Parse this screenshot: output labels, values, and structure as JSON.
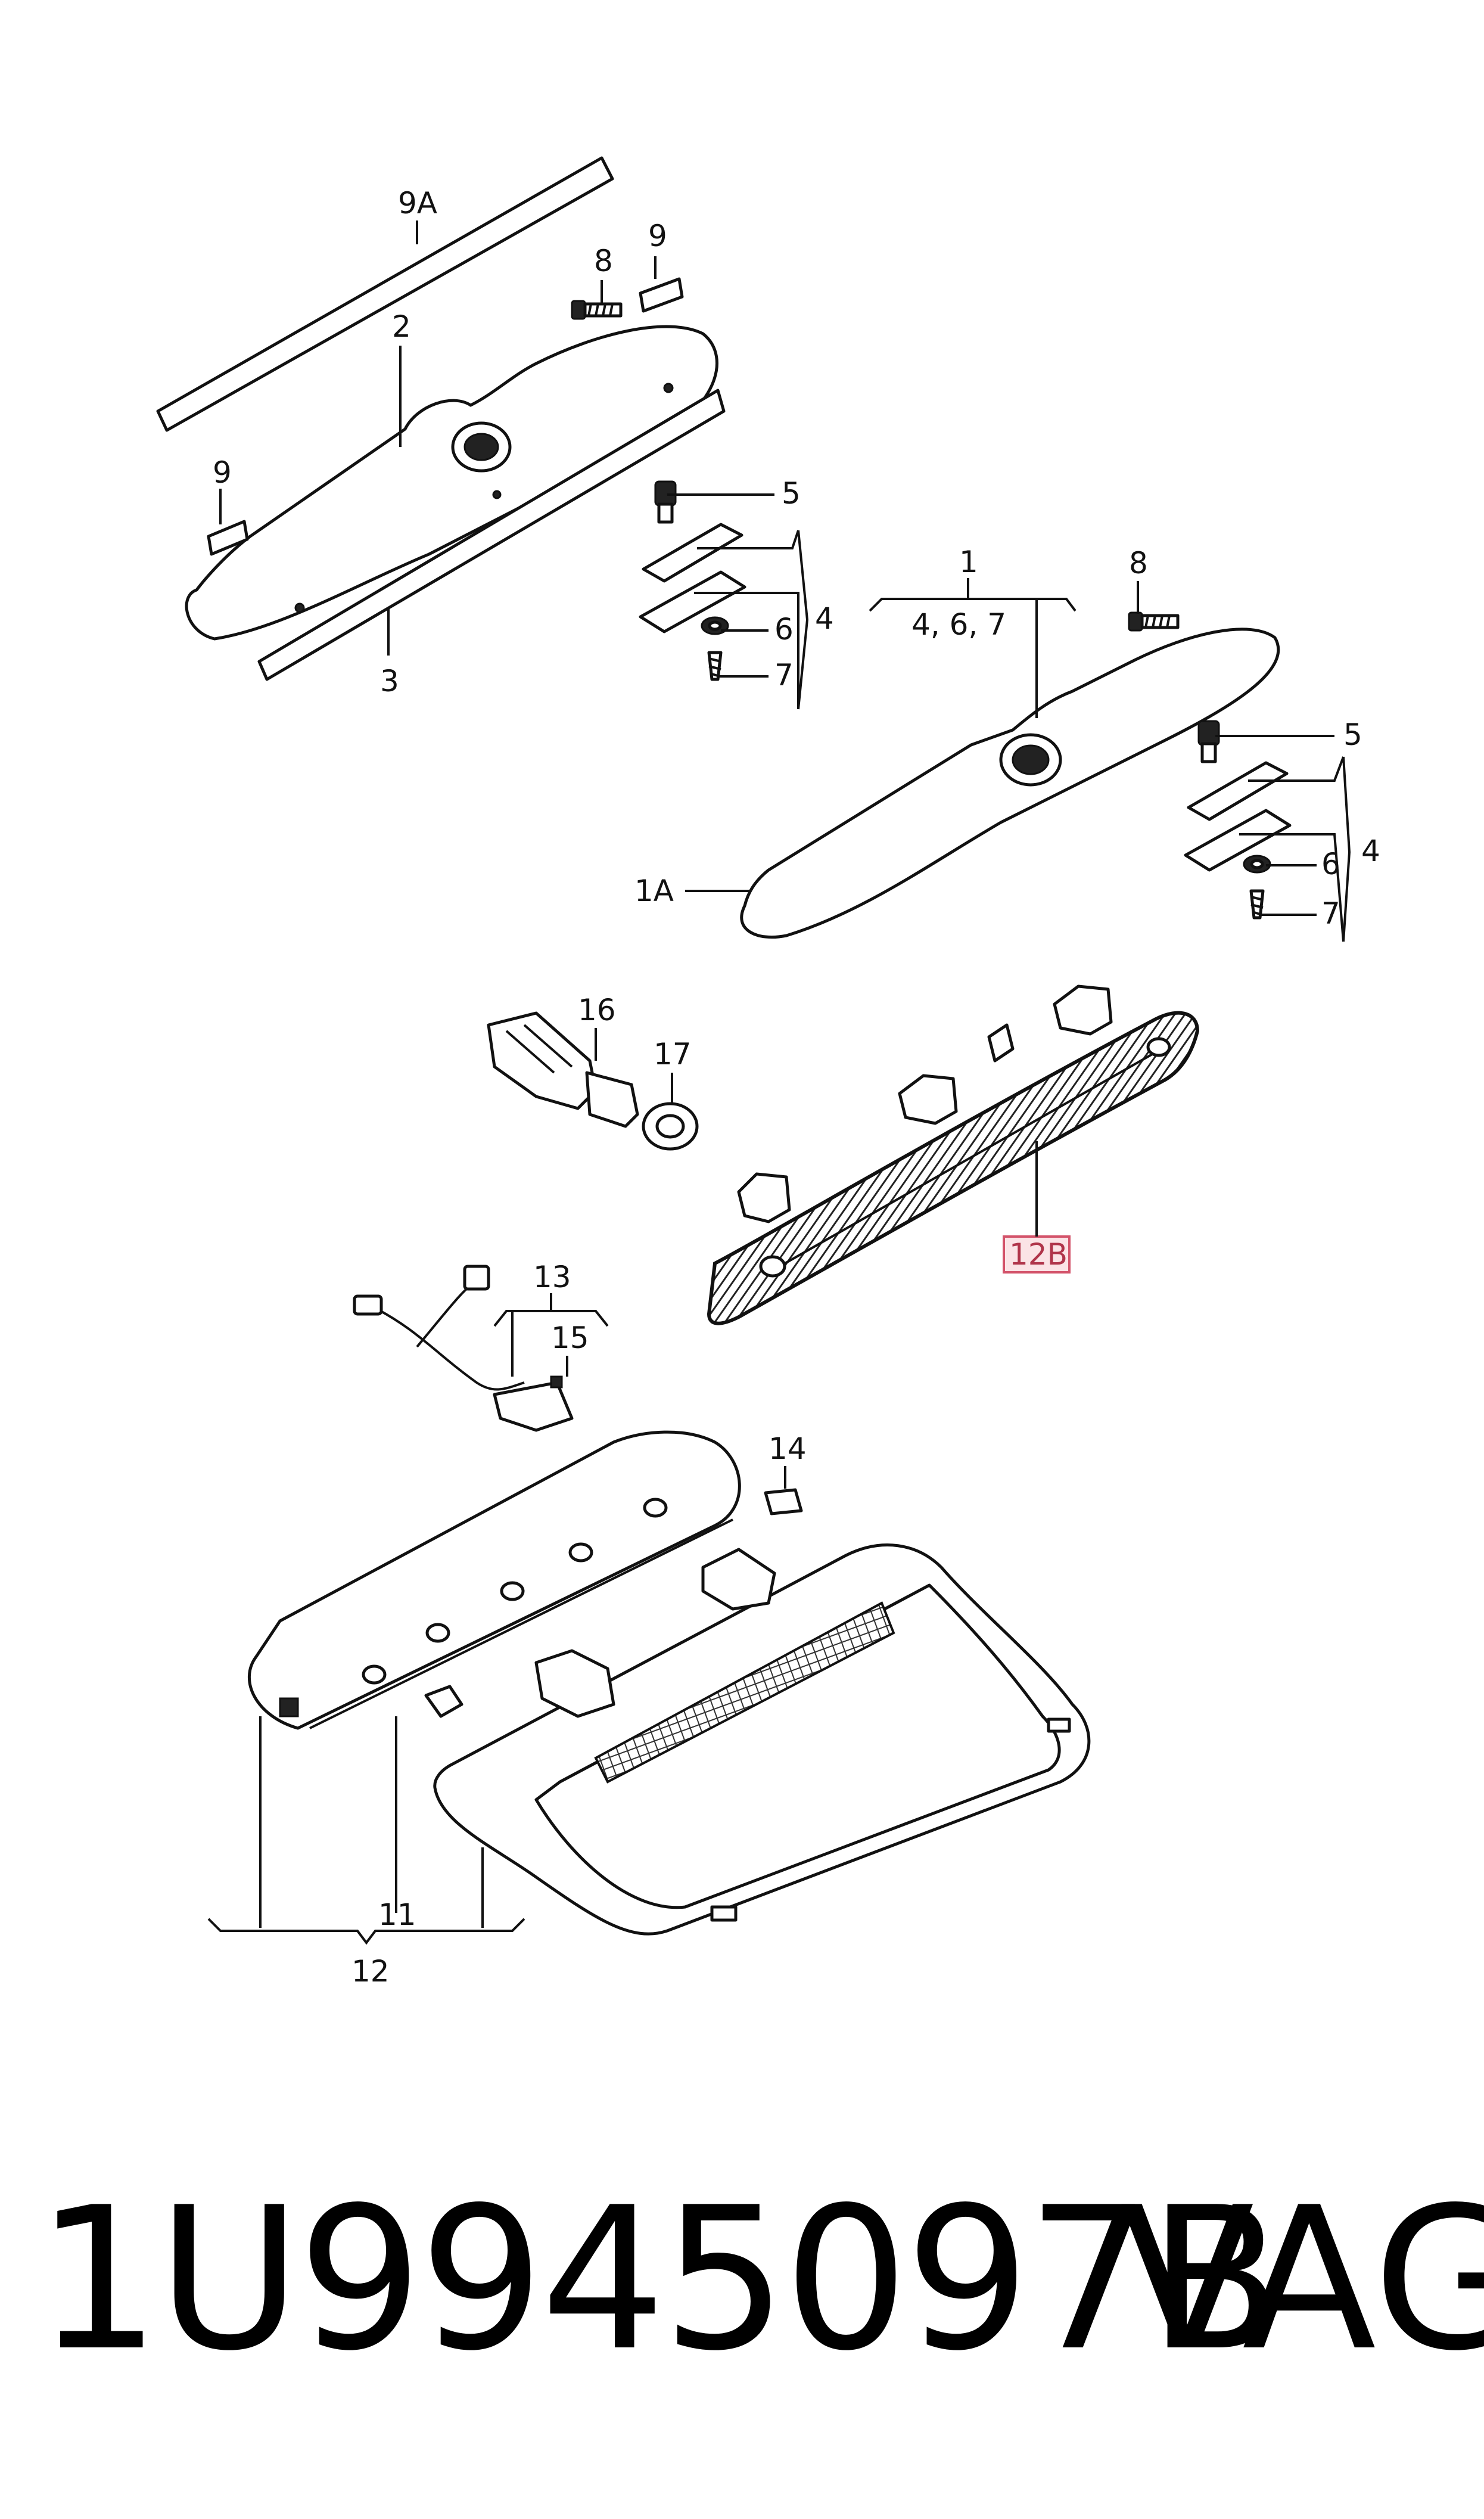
{
  "labels": {
    "l9A": "9A",
    "l8a": "8",
    "l9a": "9",
    "l2": "2",
    "l9b": "9",
    "l3": "3",
    "l5a": "5",
    "l6a": "6",
    "l7a": "7",
    "l4a": "4",
    "l1": "1",
    "l467": "4, 6, 7",
    "l8b": "8",
    "l5b": "5",
    "l6b": "6",
    "l7b": "7",
    "l4b": "4",
    "l1A": "1A",
    "l16": "16",
    "l17": "17",
    "l12B": "12B",
    "l13": "13",
    "l15": "15",
    "l14": "14",
    "l11": "11",
    "l12": "12"
  },
  "highlight_color": "#d3536a",
  "footer": {
    "part_number": "1U9945097B",
    "brand": "VAG"
  }
}
